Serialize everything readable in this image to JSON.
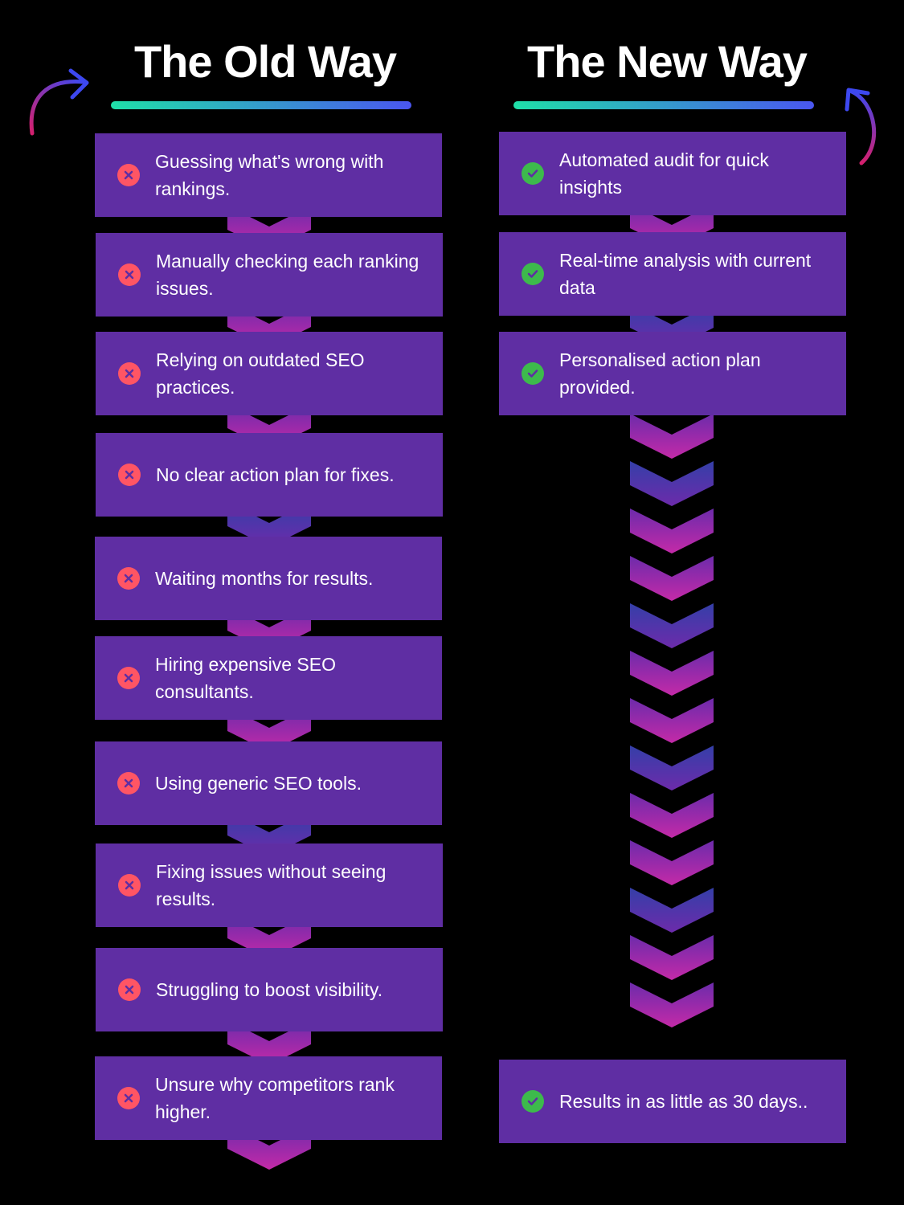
{
  "old_way": {
    "title": "The Old Way",
    "items": [
      "Guessing what's wrong with rankings.",
      "Manually checking each ranking issues.",
      "Relying on outdated SEO practices.",
      "No clear action plan for fixes.",
      "Waiting months for results.",
      "Hiring expensive SEO consultants.",
      "Using generic SEO tools.",
      "Fixing issues without seeing results.",
      "Struggling to boost visibility.",
      "Unsure why competitors rank higher."
    ]
  },
  "new_way": {
    "title": "The New Way",
    "items": [
      "Automated audit for quick insights",
      "Real-time analysis with current data",
      "Personalised action plan provided.",
      "Results in as little as 30 days.."
    ]
  },
  "colors": {
    "background": "#000000",
    "box": "#5f2ea3",
    "bad_icon": "#ff5564",
    "good_icon": "#3dba4c",
    "underline_start": "#1fe0a8",
    "underline_end": "#4a56f0",
    "chevron_pink": "#c42aa8",
    "chevron_blue": "#3a3fa8"
  },
  "icons": {
    "old_items": "x-mark-icon",
    "new_items": "checkmark-icon"
  }
}
